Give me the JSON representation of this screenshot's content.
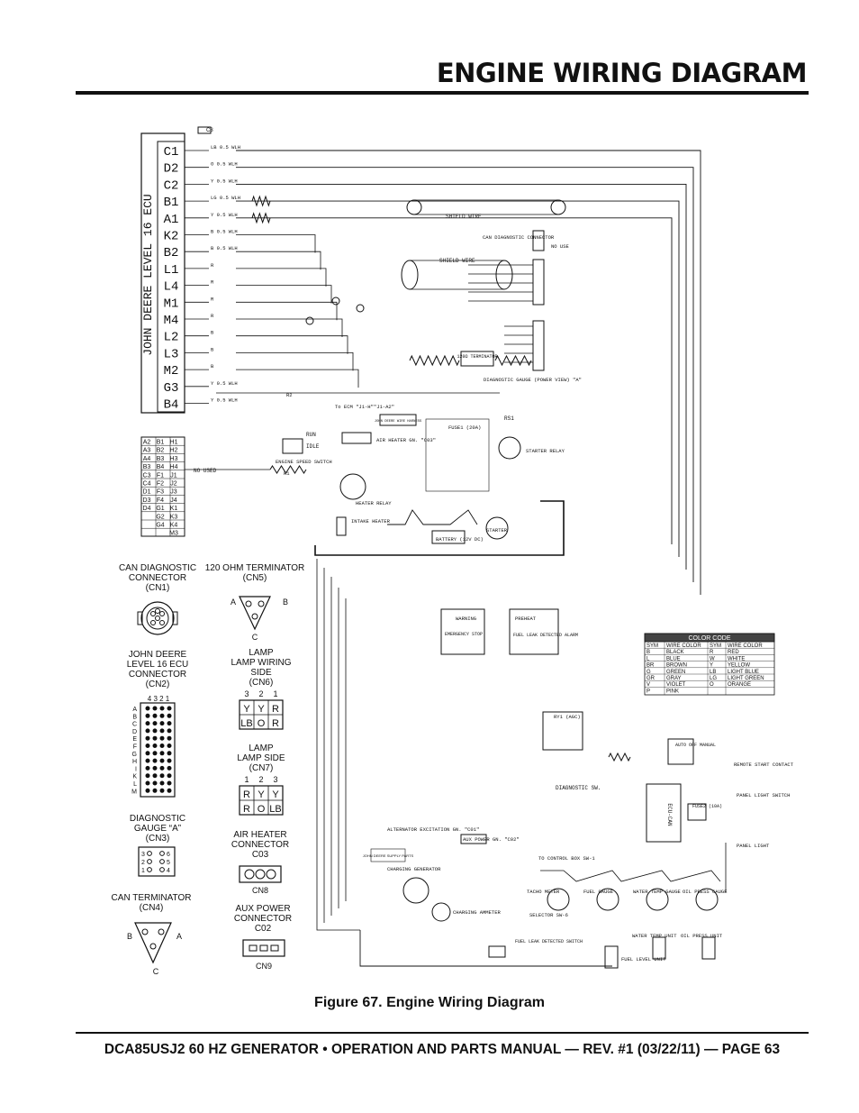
{
  "page": {
    "title": "ENGINE WIRING DIAGRAM",
    "caption": "Figure 67. Engine Wiring Diagram",
    "footer": "DCA85USJ2 60 HZ GENERATOR • OPERATION AND PARTS MANUAL — REV. #1 (03/22/11) — PAGE 63"
  },
  "ecu": {
    "vertical_label": "JOHN DEERE LEVEL 16 ECU",
    "pins": [
      "C1",
      "D2",
      "C2",
      "B1",
      "A1",
      "K2",
      "B2",
      "L1",
      "L4",
      "M1",
      "M4",
      "L2",
      "L3",
      "M2",
      "G3",
      "B4"
    ],
    "wires": [
      "LB 0.5 WLH",
      "O 0.5 WLH",
      "Y 0.5 WLH",
      "LG 0.5 WLH",
      "Y 0.5 WLH",
      "B 0.5 WLH",
      "B 0.5 WLH",
      "R",
      "R",
      "R",
      "R",
      "B",
      "B",
      "B",
      "Y 0.5 WLH",
      "Y 0.5 WLH"
    ],
    "unused_grid": [
      [
        "A2",
        "B1",
        "H1"
      ],
      [
        "A3",
        "B2",
        "H2"
      ],
      [
        "A4",
        "B3",
        "H3"
      ],
      [
        "B3",
        "B4",
        "H4"
      ],
      [
        "C3",
        "F1",
        "J1"
      ],
      [
        "C4",
        "F2",
        "J2"
      ],
      [
        "D1",
        "F3",
        "J3"
      ],
      [
        "D3",
        "F4",
        "J4"
      ],
      [
        "D4",
        "G1",
        "K1"
      ],
      [
        "",
        "G2",
        "K3"
      ],
      [
        "",
        "G4",
        "K4"
      ],
      [
        "",
        "",
        "M3"
      ]
    ],
    "unused_label": "NO USED"
  },
  "connectors": [
    {
      "id": "cn1",
      "lines": [
        "CAN DIAGNOSTIC",
        "CONNECTOR",
        "(CN1)"
      ]
    },
    {
      "id": "cn5",
      "lines": [
        "120 OHM TERMINATOR",
        "(CN5)"
      ],
      "pins": [
        "A",
        "B",
        "C"
      ]
    },
    {
      "id": "cn2",
      "lines": [
        "JOHN DEERE",
        "LEVEL 16 ECU",
        "CONNECTOR",
        "(CN2)"
      ],
      "cols": "4 3 2 1",
      "rows": [
        "A",
        "B",
        "C",
        "D",
        "E",
        "F",
        "G",
        "H",
        "I",
        "K",
        "L",
        "M"
      ]
    },
    {
      "id": "cn6",
      "lines": [
        "LAMP",
        "LAMP WIRING",
        "SIDE",
        "(CN6)"
      ],
      "nums": [
        "3",
        "2",
        "1"
      ],
      "top": [
        "Y",
        "Y",
        "R"
      ],
      "bottom": [
        "LB",
        "O",
        "R"
      ]
    },
    {
      "id": "cn7",
      "lines": [
        "LAMP",
        "LAMP SIDE",
        "(CN7)"
      ],
      "nums": [
        "1",
        "2",
        "3"
      ],
      "top": [
        "R",
        "Y",
        "Y"
      ],
      "bottom": [
        "R",
        "O",
        "LB"
      ]
    },
    {
      "id": "cn3",
      "lines": [
        "DIAGNOSTIC",
        "GAUGE “A”",
        "(CN3)"
      ],
      "pins": [
        "3",
        "6",
        "2",
        "5",
        "1",
        "4"
      ]
    },
    {
      "id": "c03",
      "lines": [
        "AIR HEATER",
        "CONNECTOR",
        "C03"
      ],
      "sub": "CN8"
    },
    {
      "id": "cn4",
      "lines": [
        "CAN TERMINATOR",
        "(CN4)"
      ],
      "pins": [
        "B",
        "A",
        "C"
      ]
    },
    {
      "id": "c02",
      "lines": [
        "AUX POWER",
        "CONNECTOR",
        "C02"
      ],
      "sub": "CN9"
    }
  ],
  "color_code": {
    "title": "COLOR CODE",
    "headers": [
      "SYM",
      "WIRE COLOR",
      "SYM",
      "WIRE COLOR"
    ],
    "rows": [
      [
        "B",
        "BLACK",
        "R",
        "RED"
      ],
      [
        "L",
        "BLUE",
        "W",
        "WHITE"
      ],
      [
        "BR",
        "BROWN",
        "Y",
        "YELLOW"
      ],
      [
        "G",
        "GREEN",
        "LB",
        "LIGHT BLUE"
      ],
      [
        "GR",
        "GRAY",
        "LG",
        "LIGHT GREEN"
      ],
      [
        "V",
        "VIOLET",
        "O",
        "ORANGE"
      ],
      [
        "P",
        "PINK",
        "",
        ""
      ]
    ]
  },
  "labels": {
    "shield_wire_1": "SHIELD WIRE",
    "shield_wire_2": "SHIELD WIRE",
    "can_diag": "CAN DIAGNOSTIC CONNECTOR",
    "no_use": "NO USE",
    "terminator": "120Ω TERMINATOR",
    "diag_gauge": "DIAGNOSTIC GAUGE (POWER VIEW) \"A\"",
    "to_ecm": "To ECM \"J1-H\"\"J1-A2\"",
    "jd_harness": "JOHN DEERE WIRE HARNESS",
    "air_heater": "AIR HEATER GN. \"C03\"",
    "fuse_20a": "FUSE1 (20A)",
    "rs1": "RS1",
    "starter_relay": "STARTER RELAY",
    "heater_relay": "HEATER RELAY",
    "intake_heater": "INTAKE HEATER",
    "battery": "BATTERY (12V DC)",
    "starter": "STARTER",
    "engine_speed": "ENGINE SPEED SWITCH",
    "idle": "IDLE",
    "run": "RUN",
    "r1": "R1",
    "r2": "R2",
    "warning": "WARNING",
    "preheat": "PREHEAT",
    "emergency_stop": "EMERGENCY STOP",
    "fuel_leak": "FUEL LEAK DETECTED ALARM",
    "ry1": "RY1 (AGC)",
    "diagnostic_sw": "DIAGNOSTIC SW.",
    "ecu_can": "ECU-CAN",
    "fuse_10a": "FUSE2 (10A)",
    "auto_off_manual": "AUTO OFF MANUAL",
    "remote_start": "REMOTE START CONTACT",
    "panel_light_switch": "PANEL LIGHT SWITCH",
    "panel_light": "PANEL LIGHT",
    "alternator": "ALTERNATOR EXCITATION GN. \"C01\"",
    "aux_power": "AUX POWER GN. \"C02\"",
    "jd_supply": "JOHN DEERE SUPPLY PARTS",
    "charging_gen": "CHARGING GENERATOR",
    "charging_ammeter": "CHARGING AMMETER",
    "to_control_box": "TO CONTROL BOX SW-1",
    "tacho": "TACHO METER",
    "fuel_gauge": "FUEL GAUGE",
    "water_temp": "WATER TEMP GAUGE",
    "oil_press": "OIL PRESS GAUGE",
    "selector": "SELECTOR SW-6",
    "fuel_leak_sw": "FUEL LEAK DETECTED SWITCH",
    "fuel_level": "FUEL LEVEL UNIT",
    "water_temp_unit": "WATER TEMP UNIT",
    "oil_press_unit": "OIL PRESS UNIT",
    "ecu_tag": "C3"
  },
  "colors": {
    "ink": "#111111",
    "page": "#ffffff"
  }
}
